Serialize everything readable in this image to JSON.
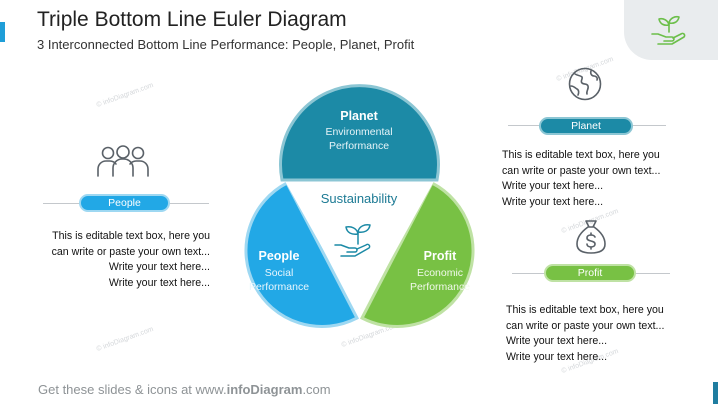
{
  "header": {
    "title": "Triple Bottom Line Euler Diagram",
    "subtitle": "3 Interconnected Bottom Line Performance: People, Planet, Profit"
  },
  "diagram": {
    "center_label": "Sustainability",
    "planet": {
      "title": "Planet",
      "line1": "Environmental",
      "line2": "Performance"
    },
    "people": {
      "title": "People",
      "line1": "Social",
      "line2": "Performance"
    },
    "profit": {
      "title": "Profit",
      "line1": "Economic",
      "line2": "Performance"
    }
  },
  "left_panel": {
    "pill": "People",
    "lines": [
      "This is editable text box, here you",
      "can write or paste your own text...",
      "Write your text here...",
      "Write your text here..."
    ]
  },
  "right_top_panel": {
    "pill": "Planet",
    "lines": [
      "This is editable text box, here you",
      "can write or paste your own text...",
      "Write your text here...",
      "Write your text here..."
    ]
  },
  "right_bottom_panel": {
    "pill": "Profit",
    "lines": [
      "This is editable text box, here you",
      "can write or paste your own text...",
      "Write your text here...",
      "Write your text here..."
    ]
  },
  "footer": {
    "prefix": "Get these slides & icons at www.",
    "brand": "infoDiagram",
    "suffix": ".com"
  },
  "watermark": "© infoDiagram.com",
  "colors": {
    "planet": "#1c8aa6",
    "people": "#22a8e6",
    "profit": "#78c144",
    "icon_green": "#6cbf4a",
    "icon_gray": "#5a6168"
  },
  "icons": [
    "people-icon",
    "globe-icon",
    "money-bag-icon",
    "hand-plant-icon"
  ]
}
